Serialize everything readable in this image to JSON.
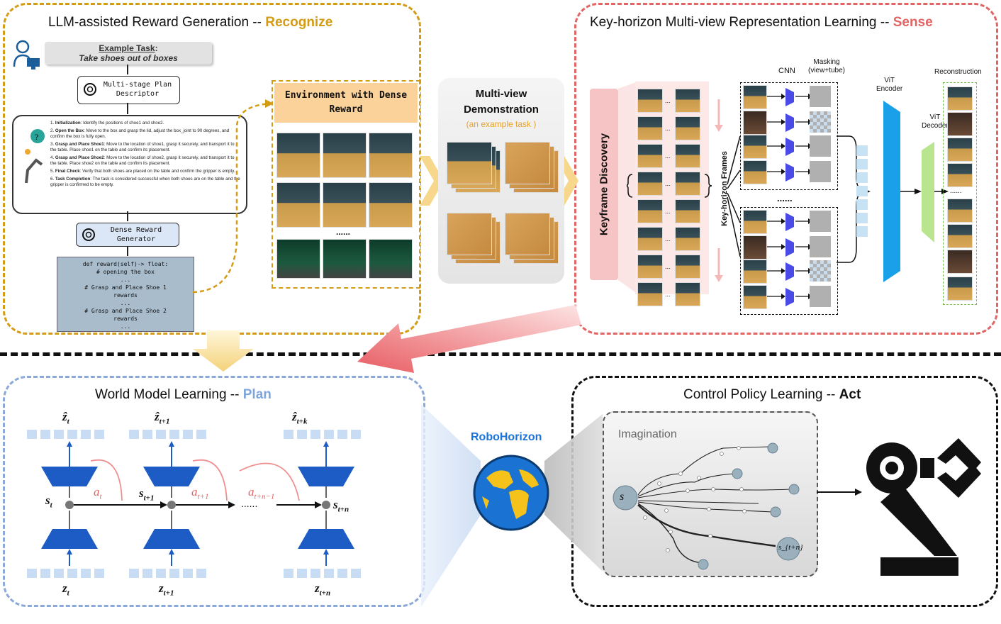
{
  "panels": {
    "recognize": {
      "title": "LLM-assisted Reward Generation -- ",
      "highlight": "Recognize",
      "color": "#d49c14"
    },
    "sense": {
      "title": "Key-horizon Multi-view Representation Learning  -- ",
      "highlight": "Sense",
      "color": "#e26464"
    },
    "plan": {
      "title": "World Model Learning  -- ",
      "highlight": "Plan",
      "color": "#7fa6dc"
    },
    "act": {
      "title": "Control Policy Learning  -- ",
      "highlight": "Act",
      "color": "#111111"
    }
  },
  "recognize": {
    "example_task_label": "Example Task",
    "example_task_colon": ":",
    "example_task_text": "Take shoes out of boxes",
    "plan_descriptor": [
      "Multi-stage Plan",
      "Descriptor"
    ],
    "plan_steps": [
      {
        "n": "1.",
        "head": "Initialization",
        "text": ": Identify the positions of shoe1 and shoe2."
      },
      {
        "n": "2.",
        "head": "Open the Box",
        "text": ": Move to the box and grasp the lid, adjust the box_joint to 90 degrees, and confirm the box is fully open."
      },
      {
        "n": "3.",
        "head": "Grasp and Place Shoe1",
        "text": ": Move to the location of shoe1, grasp it securely, and transport it to the table. Place shoe1 on the table and confirm its placement."
      },
      {
        "n": "4.",
        "head": "Grasp and Place Shoe2",
        "text": ": Move to the location of shoe2, grasp it securely, and transport it to the table. Place shoe2 on the table and confirm its placement."
      },
      {
        "n": "5.",
        "head": "Final Check",
        "text": ": Verify that both shoes are placed on the table and confirm the gripper is empty."
      },
      {
        "n": "6.",
        "head": "Task Completion",
        "text": ": The task is considered successful when both shoes are on the table and the gripper is confirmed to be empty."
      }
    ],
    "reward_generator": [
      "Dense Reward",
      "Generator"
    ],
    "code_lines": [
      "def reward(self)-> float:",
      "# opening the box",
      "...",
      "# Grasp and Place Shoe 1",
      "rewards",
      "...",
      "# Grasp and Place Shoe 2",
      "rewards",
      "..."
    ],
    "env_title": [
      "Environment with Dense",
      "Reward"
    ],
    "env_dots": "......"
  },
  "middle": {
    "title": [
      "Multi-view",
      "Demonstration"
    ],
    "subtitle": "(an example task )"
  },
  "sense": {
    "keyframe": "Keyframe Discovery",
    "keyhorizon": "Key-horizon Frames",
    "cnn": "CNN",
    "masking": [
      "Masking",
      "(view+tube)"
    ],
    "vit_encoder": [
      "ViT",
      "Encoder"
    ],
    "vit_decoder": [
      "ViT",
      "Decoder"
    ],
    "reconstruction": "Reconstruction",
    "dots": "......",
    "small_dots": "..."
  },
  "plan": {
    "top_labels": [
      "ẑ_t",
      "ẑ_{t+1}",
      "ẑ_{t+k}"
    ],
    "state_labels": [
      "s_t",
      "s_{t+1}",
      "s_{t+n}"
    ],
    "action_labels": [
      "a_t",
      "a_{t+1}",
      "a_{t+n−1}"
    ],
    "bottom_labels": [
      "z_t",
      "z_{t+1}",
      "z_{t+n}"
    ],
    "dots": "......"
  },
  "center": {
    "robohorizon": "RoboHorizon",
    "brand_color": "#1a73d8"
  },
  "act": {
    "imagination": "Imagination",
    "start_state": "s",
    "end_state": "s_{t+n}"
  },
  "icons": [
    "user-computer-icon",
    "openai-logo-icon",
    "question-robot-icon",
    "globe-icon",
    "robot-arm-icon"
  ]
}
